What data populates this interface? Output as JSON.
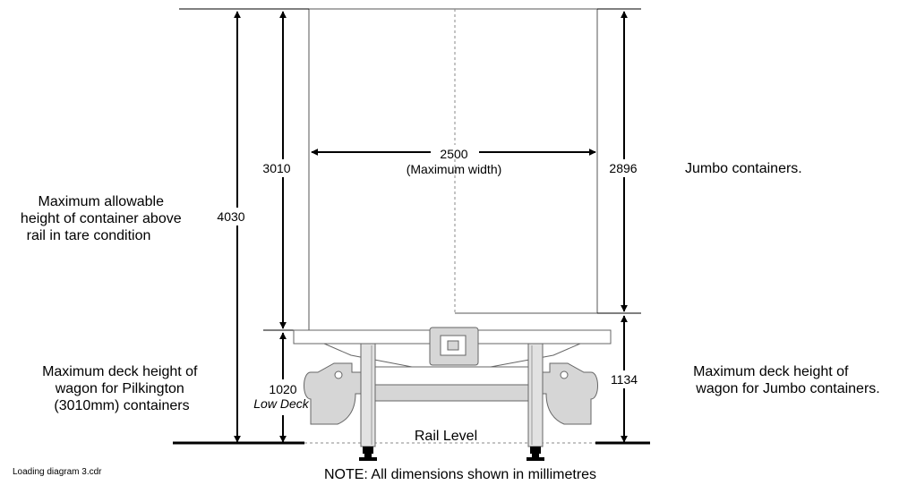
{
  "dimensions": {
    "total_height": "4030",
    "pilkington_container_height": "3010",
    "jumbo_container_height": "2896",
    "max_width": "2500",
    "max_width_note": "(Maximum width)",
    "low_deck_height": "1020",
    "low_deck_label": "Low Deck",
    "jumbo_deck_height": "1134"
  },
  "labels": {
    "max_height": [
      "Maximum allowable",
      "height of container above",
      "rail in tare condition"
    ],
    "max_deck_pilkington": [
      "Maximum deck height of",
      "wagon for Pilkington",
      "(3010mm) containers"
    ],
    "jumbo_containers": "Jumbo containers.",
    "max_deck_jumbo": [
      "Maximum deck height of",
      "wagon for Jumbo containers."
    ],
    "rail_level": "Rail Level",
    "note": "NOTE: All dimensions shown in millimetres",
    "file_name": "Loading diagram 3.cdr"
  },
  "colors": {
    "line": "#000000",
    "machinery_fill": "#d6d6d6",
    "outline": "#666666",
    "dashed": "#8a8a8a"
  }
}
